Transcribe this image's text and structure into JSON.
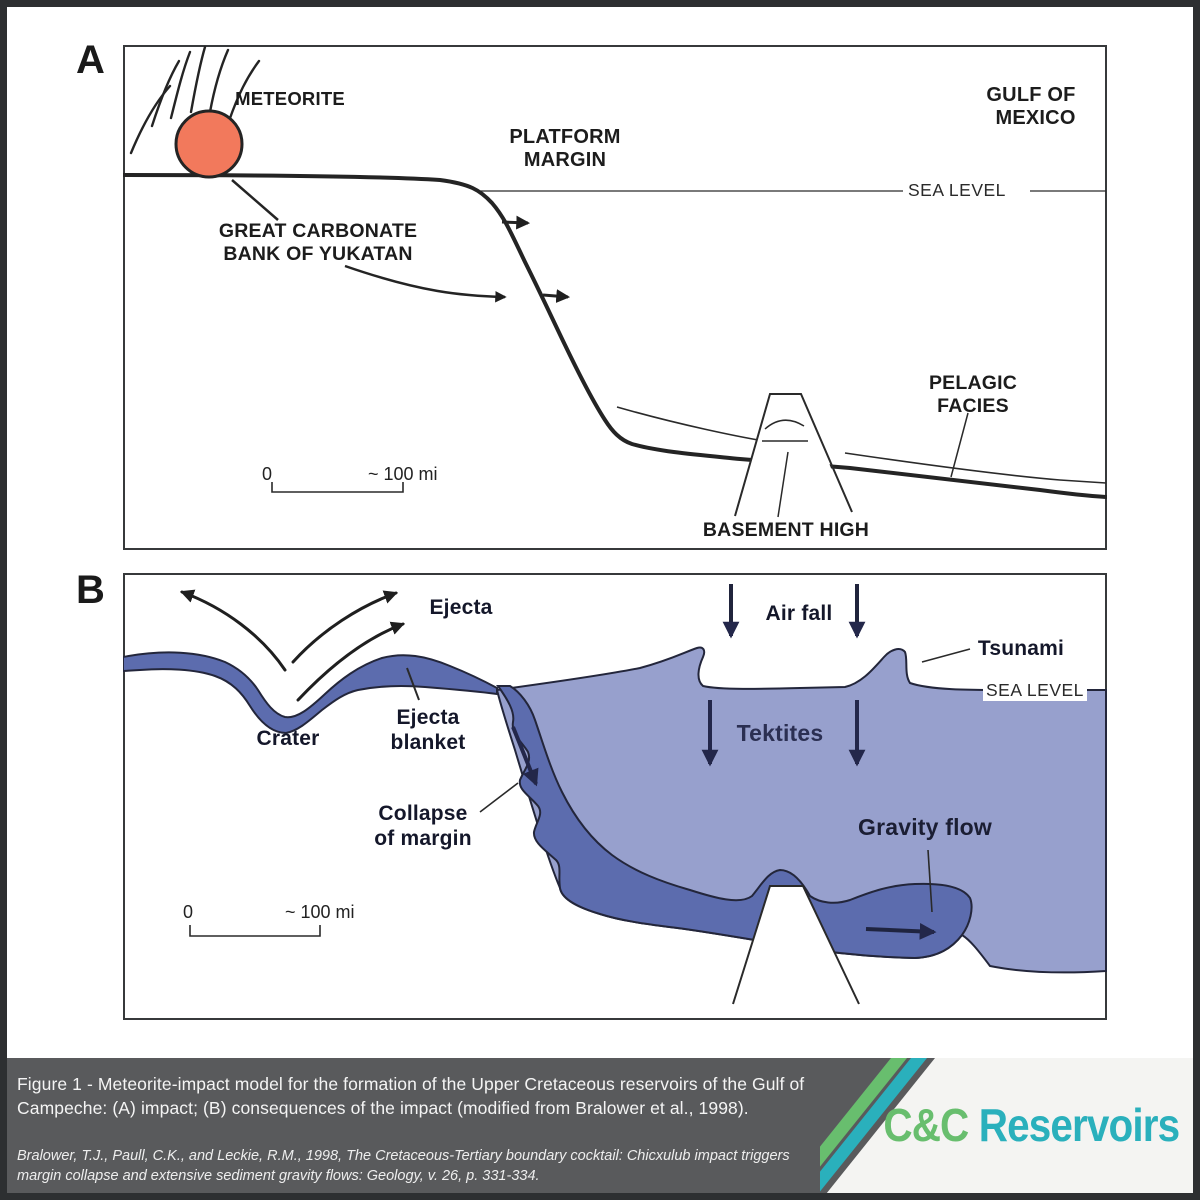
{
  "panel_a": {
    "label": "A",
    "meteorite_label": "METEORITE",
    "gulf_label": "GULF OF\nMEXICO",
    "platform_label": "PLATFORM\nMARGIN",
    "sea_level_label": "SEA LEVEL",
    "bank_label": "GREAT CARBONATE\nBANK OF YUKATAN",
    "pelagic_label": "PELAGIC\nFACIES",
    "basement_label": "BASEMENT HIGH",
    "scale": {
      "zero": "0",
      "distance": "~ 100 mi"
    }
  },
  "panel_b": {
    "label": "B",
    "ejecta_label": "Ejecta",
    "air_fall_label": "Air fall",
    "tsunami_label": "Tsunami",
    "sea_level_label": "SEA LEVEL",
    "crater_label": "Crater",
    "ejecta_blanket_label": "Ejecta\nblanket",
    "collapse_label": "Collapse\nof margin",
    "tektites_label": "Tektites",
    "gravity_flow_label": "Gravity flow",
    "scale": {
      "zero": "0",
      "distance": "~ 100 mi"
    }
  },
  "footer": {
    "caption": "Figure 1 - Meteorite-impact model for the formation of the Upper Cretaceous reservoirs of the Gulf of Campeche: (A) impact; (B) consequences of the impact (modified from Bralower et al., 1998).",
    "reference": "Bralower, T.J., Paull, C.K., and Leckie, R.M., 1998, The Cretaceous-Tertiary boundary cocktail: Chicxulub impact triggers margin collapse and extensive sediment gravity flows: Geology, v. 26, p. 331-334.",
    "logo": {
      "part1": "C&C",
      "part2": " Reservoirs"
    }
  },
  "colors": {
    "meteorite": "#f2795c",
    "deposit_blue": "#5c6cae",
    "water_blue": "#97a0cd",
    "line": "#242424",
    "navy": "#23274a",
    "footer_bg": "#595a5c",
    "logo_green": "#68be6e",
    "logo_teal": "#2ab0bc",
    "logo_bg": "#f4f4f2"
  }
}
